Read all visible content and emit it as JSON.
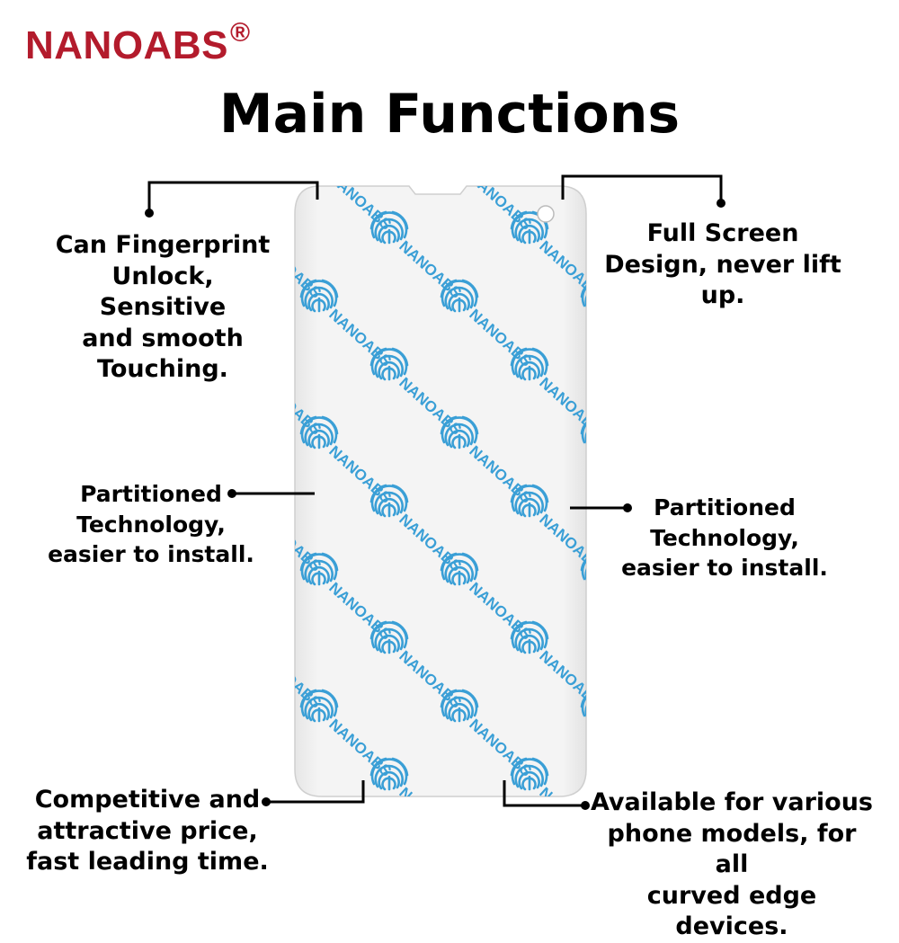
{
  "brand": {
    "name": "NANOABS",
    "mark": "®",
    "color": "#b31b2c"
  },
  "title": "Main Functions",
  "film": {
    "watermark_text": "NANOABS",
    "watermark_color": "#3a9fd6",
    "icon": "fingerprint-icon"
  },
  "callouts": {
    "fingerprint": [
      "Can Fingerprint",
      "Unlock, Sensitive",
      "and smooth",
      "Touching."
    ],
    "full_screen": [
      "Full Screen",
      "Design, never lift",
      "up."
    ],
    "partition_left": [
      "Partitioned",
      "Technology,",
      "easier to install."
    ],
    "partition_right": [
      "Partitioned",
      "Technology,",
      "easier to install."
    ],
    "price": [
      "Competitive and",
      "attractive price,",
      "fast leading time."
    ],
    "models": [
      "Available for various",
      "phone models, for all",
      "curved edge devices."
    ]
  }
}
